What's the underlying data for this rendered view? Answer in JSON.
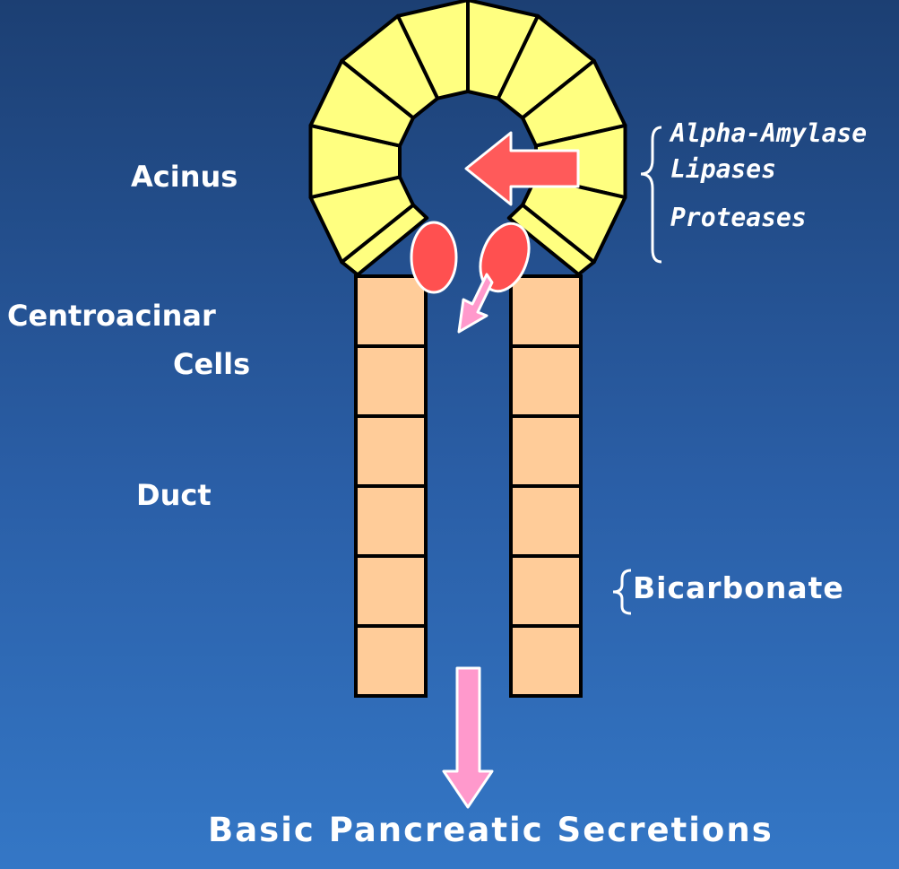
{
  "labels": {
    "acinus": "Acinus",
    "centroacinar_line1": "Centroacinar",
    "centroacinar_line2": "Cells",
    "duct": "Duct",
    "bicarbonate": "Bicarbonate",
    "basic_secretions": "Basic Pancreatic Secretions"
  },
  "enzymes": [
    "Alpha-Amylase",
    "Lipases",
    "Proteases"
  ],
  "colors": {
    "background_top": "#1c3f73",
    "background_bottom": "#3477c6",
    "acinar_cells": "#ffff80",
    "duct_cells": "#ffcc99",
    "enzyme_arrow": "#ff5a5a",
    "flow_arrow": "#ff99cc",
    "centroacinar_cells": "#ff5050",
    "outline": "#000000",
    "text": "#ffffff"
  },
  "icons": [
    "enzyme-arrow-icon",
    "flow-arrow-icon",
    "centroacinar-cell-icon",
    "curly-brace-icon"
  ]
}
